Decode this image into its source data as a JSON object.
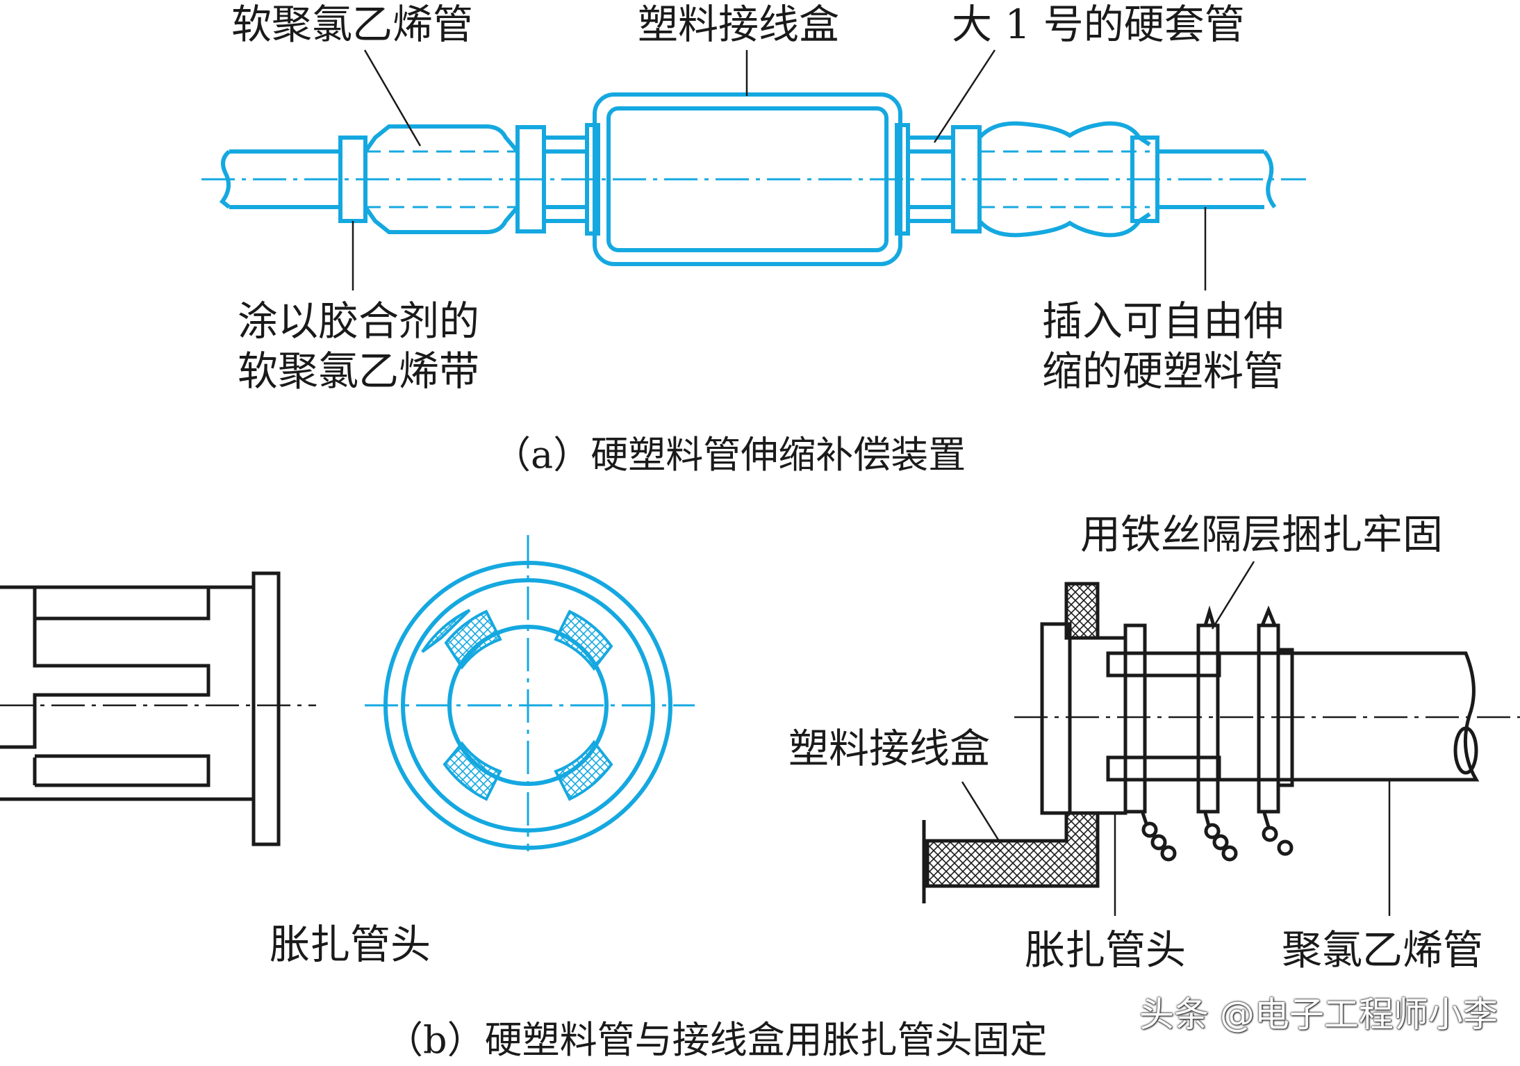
{
  "figure_a": {
    "labels": {
      "soft_pvc_tube": "软聚氯乙烯管",
      "plastic_junction_box": "塑料接线盒",
      "larger_hard_sleeve": "大 1 号的硬套管",
      "glued_pvc_tape": "涂以胶合剂的\n软聚氯乙烯带",
      "free_expansion_pipe": "插入可自由伸\n缩的硬塑料管"
    },
    "caption": "（a）硬塑料管伸缩补偿装置"
  },
  "figure_b": {
    "labels": {
      "expansion_head_left": "胀扎管头",
      "wire_tie": "用铁丝隔层捆扎牢固",
      "plastic_junction_box": "塑料接线盒",
      "expansion_head_right": "胀扎管头",
      "pvc_pipe": "聚氯乙烯管"
    },
    "caption": "（b）硬塑料管与接线盒用胀扎管头固定"
  },
  "watermark": "头条 @电子工程师小李",
  "colors": {
    "blue": "#15a8e0",
    "black": "#1a1a1a"
  }
}
